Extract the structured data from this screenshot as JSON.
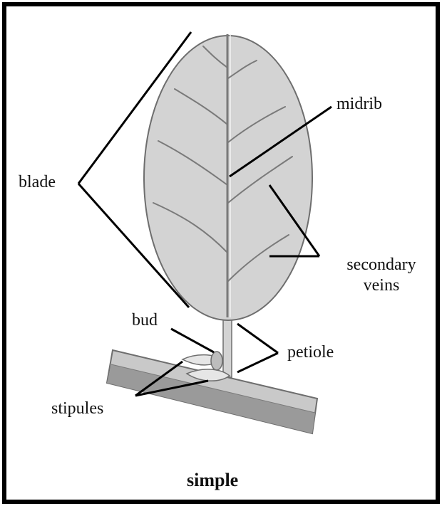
{
  "labels": {
    "blade": "blade",
    "midrib": "midrib",
    "secondary_veins_line1": "secondary",
    "secondary_veins_line2": "veins",
    "bud": "bud",
    "petiole": "petiole",
    "stipules": "stipules"
  },
  "caption": "simple",
  "colors": {
    "leaf_fill": "#d3d3d3",
    "vein": "#7a7a7a",
    "outline": "#6e6e6e",
    "stem_top": "#b8b8b8",
    "stem_side": "#8a8a8a",
    "leader_line": "#000000",
    "frame": "#000000"
  }
}
